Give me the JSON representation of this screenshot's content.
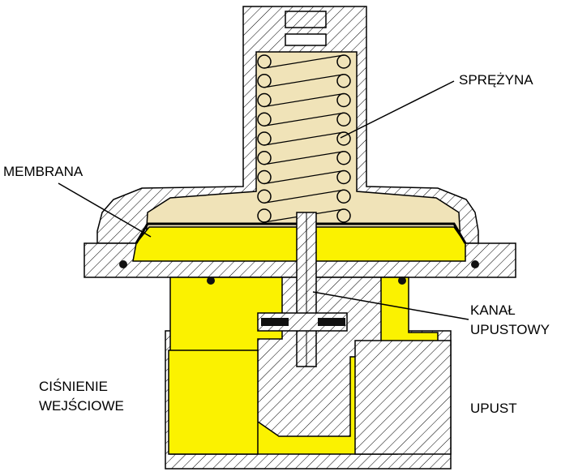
{
  "labels": {
    "spring": "SPRĘŻYNA",
    "membrane": "MEMBRANA",
    "vent_channel_line1": "KANAŁ",
    "vent_channel_line2": "UPUSTOWY",
    "inlet_pressure_line1": "CIŚNIENIE",
    "inlet_pressure_line2": "WEJŚCIOWE",
    "vent": "UPUST"
  },
  "colors": {
    "body_hatch": "#ffffff",
    "line": "#000000",
    "inlet_gas": "#fbf200",
    "spring_chamber": "#f0e3b8",
    "seal": "#111111"
  }
}
